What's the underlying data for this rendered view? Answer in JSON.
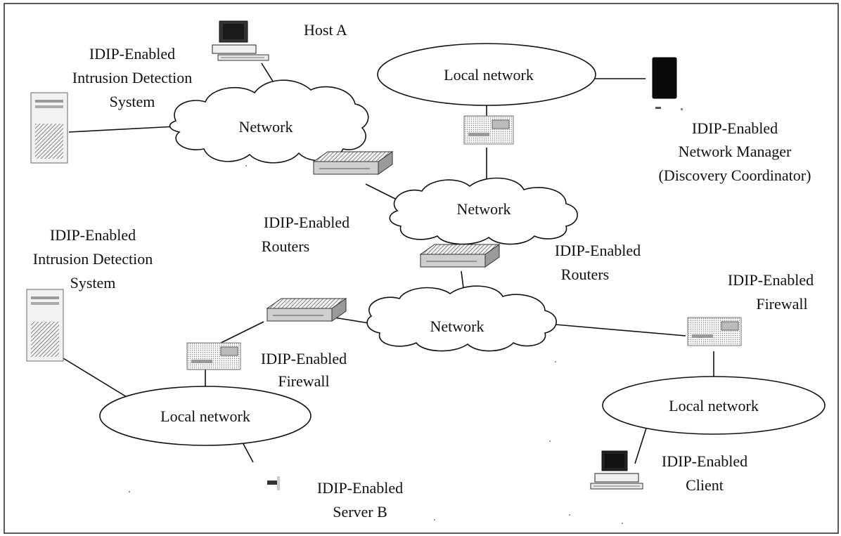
{
  "diagram": {
    "labels": {
      "host_a": "Host A",
      "ids_top": [
        "IDIP-Enabled",
        "Intrusion Detection",
        "System"
      ],
      "net_manager": [
        "IDIP-Enabled",
        "Network Manager",
        "(Discovery Coordinator)"
      ],
      "routers_left": [
        "IDIP-Enabled",
        "Routers"
      ],
      "routers_right": [
        "IDIP-Enabled",
        "Routers"
      ],
      "ids_left": [
        "IDIP-Enabled",
        "Intrusion Detection",
        "System"
      ],
      "firewall_right": [
        "IDIP-Enabled",
        "Firewall"
      ],
      "firewall_left": [
        "IDIP-Enabled",
        "Firewall"
      ],
      "server_b": [
        "IDIP-Enabled",
        "Server B"
      ],
      "client": [
        "IDIP-Enabled",
        "Client"
      ]
    },
    "clouds": {
      "top": "Network",
      "middle": "Network",
      "bottom": "Network"
    },
    "local_networks": {
      "top": "Local network",
      "left": "Local network",
      "right": "Local network"
    },
    "icons": {
      "host_a": "desktop-computer-icon",
      "ids": "tower-server-icon",
      "router": "router-icon",
      "firewall": "firewall-device-icon",
      "network_manager": "network-manager-device-icon",
      "server_b": "server-icon",
      "client": "desktop-computer-icon"
    }
  }
}
